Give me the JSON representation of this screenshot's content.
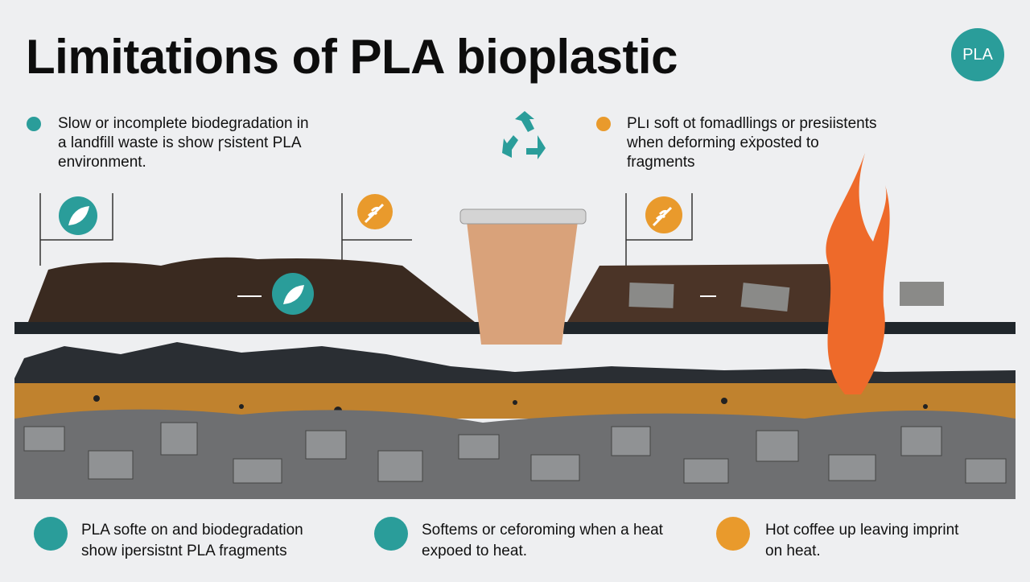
{
  "title": "Limitations of PLA bioplastic",
  "badge": "PLA",
  "colors": {
    "teal": "#2a9d9a",
    "orange": "#e99a2c",
    "flame": "#ee6a2a",
    "soil": "#3a2a20",
    "band": "#c0822e"
  },
  "top_points": [
    {
      "text_lines": [
        "Slow or incomplete biodegradation in",
        "a landfill waste is show ꞅsistent PLA",
        "environment."
      ],
      "color": "teal"
    },
    {
      "text_lines": [
        "PLı soft ot fomadllings or presiistents",
        "when deforming eẋposted to",
        "fragments"
      ],
      "color": "orange"
    }
  ],
  "bottom_points": [
    {
      "text_lines": [
        "PLA softe on and biodegradation",
        "show ipersistnt PLA fragments"
      ],
      "color": "teal"
    },
    {
      "text_lines": [
        "Softems or ceforoming when a heat",
        "expoed to heat."
      ],
      "color": "teal"
    },
    {
      "text_lines": [
        "Hot coffee up leaving imprint",
        "on heat."
      ],
      "color": "orange"
    }
  ],
  "icons": [
    "recycle-icon",
    "leaf-icon",
    "wheat-icon",
    "flame-icon",
    "coffee-cup-icon"
  ]
}
